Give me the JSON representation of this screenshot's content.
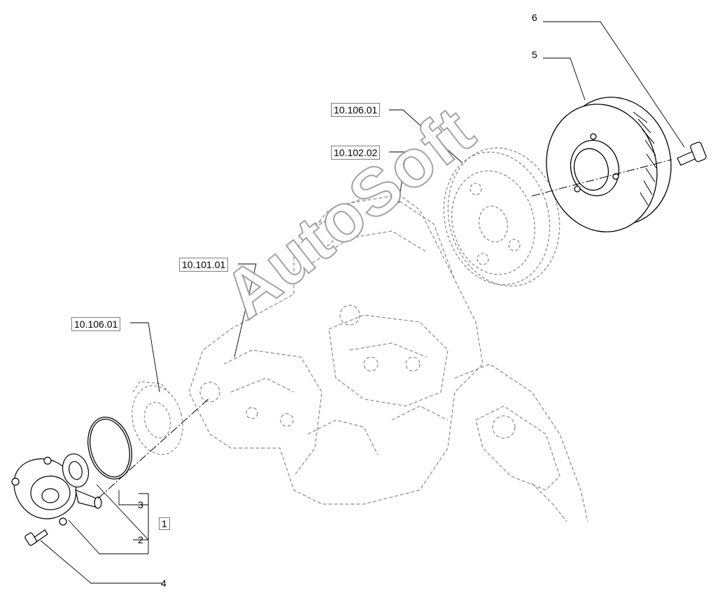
{
  "callouts": {
    "item_1": "1",
    "item_2": "2",
    "item_3": "3",
    "item_4": "4",
    "item_5": "5",
    "item_6": "6",
    "ref_gear_upper": "10.106.01",
    "ref_gear_lower": "10.106.01",
    "ref_housing": "10.102.02",
    "ref_block": "10.101.01"
  },
  "watermark": "AutoSoft",
  "colors": {
    "line": "#000000",
    "dash": "#8a8a8a",
    "box_border": "#7d7d7d"
  }
}
